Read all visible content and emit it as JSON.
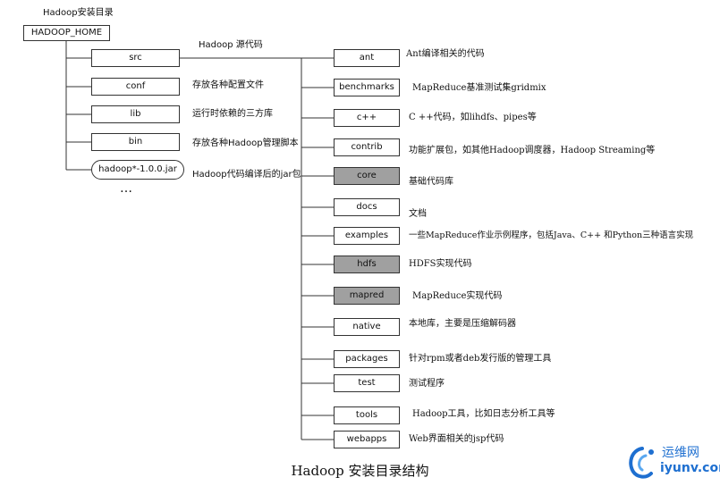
{
  "header": {
    "root_caption": "Hadoop安装目录"
  },
  "root": {
    "label": "HADOOP_HOME"
  },
  "children": [
    {
      "label": "src",
      "desc": "Hadoop 源代码"
    },
    {
      "label": "conf",
      "desc": "存放各种配置文件"
    },
    {
      "label": "lib",
      "desc": "运行时依赖的三方库"
    },
    {
      "label": "bin",
      "desc": "存放各种Hadoop管理脚本"
    },
    {
      "label": "hadoop*-1.0.0.jar",
      "desc": "Hadoop代码编译后的jar包"
    }
  ],
  "ellipsis": "…",
  "src_items": [
    {
      "label": "ant",
      "desc": "Ant编译相关的代码",
      "highlight": false
    },
    {
      "label": "benchmarks",
      "desc": "MapReduce基准测试集gridmix",
      "highlight": false
    },
    {
      "label": "c++",
      "desc": "C ++代码，如lihdfs、pipes等",
      "highlight": false
    },
    {
      "label": "contrib",
      "desc": "功能扩展包，如其他Hadoop调度器，Hadoop Streaming等",
      "highlight": false
    },
    {
      "label": "core",
      "desc": "基础代码库",
      "highlight": true
    },
    {
      "label": "docs",
      "desc": "文档",
      "highlight": false
    },
    {
      "label": "examples",
      "desc": "一些MapReduce作业示例程序，包括Java、C++ 和Python三种语言实现",
      "highlight": false
    },
    {
      "label": "hdfs",
      "desc": "HDFS实现代码",
      "highlight": true
    },
    {
      "label": "mapred",
      "desc": "MapReduce实现代码",
      "highlight": true
    },
    {
      "label": "native",
      "desc": "本地库，主要是压缩解码器",
      "highlight": false
    },
    {
      "label": "packages",
      "desc": "针对rpm或者deb发行版的管理工具",
      "highlight": false
    },
    {
      "label": "test",
      "desc": "测试程序",
      "highlight": false
    },
    {
      "label": "tools",
      "desc": "Hadoop工具，比如日志分析工具等",
      "highlight": false
    },
    {
      "label": "webapps",
      "desc": "Web界面相关的jsp代码",
      "highlight": false
    }
  ],
  "caption": "Hadoop 安装目录结构",
  "watermark": {
    "line1": "运维网",
    "line2": "iyunv.com"
  },
  "colors": {
    "box_border": "#333333",
    "highlight_fill": "#a0a0a0",
    "line": "#333333",
    "watermark": "#1e6fd0"
  }
}
